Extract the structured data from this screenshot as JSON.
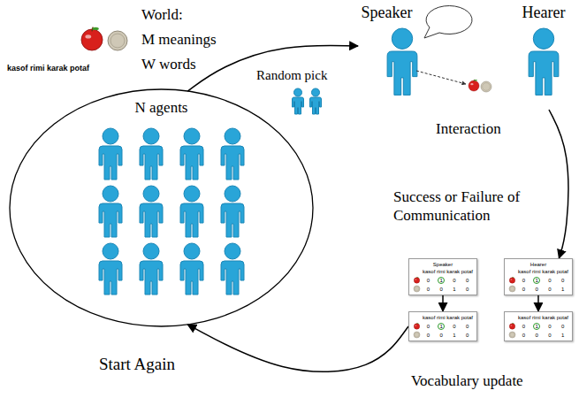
{
  "diagram": {
    "nodes": [
      {
        "text": [
          "N agents"
        ]
      },
      {
        "text": [
          "Speaker"
        ]
      },
      {
        "text": [
          "Hearer"
        ]
      },
      {
        "text": [
          "Speaker",
          "kasof rimi karak potaf"
        ]
      },
      {
        "text": [
          "Hearer",
          "kasof rimi karak potaf"
        ]
      },
      {
        "text": [
          "kasof rimi karak potaf"
        ]
      },
      {
        "text": [
          "kasof rimi karak potaf"
        ]
      }
    ],
    "edges": [
      {
        "from": 0,
        "to": 1,
        "arrow": "to"
      },
      {
        "from": 2,
        "to": 4,
        "arrow": "to"
      },
      {
        "from": 3,
        "to": 5,
        "arrow": "to"
      },
      {
        "from": 4,
        "to": 6,
        "arrow": "to"
      },
      {
        "from": 5,
        "to": 0,
        "arrow": "to"
      }
    ],
    "labels": [
      "World:",
      "M meanings",
      "W words",
      "kasof rimi karak potaf",
      "Random pick",
      "Interaction",
      "Success or Failure of Communication",
      "0",
      "1",
      "0",
      "0",
      "0",
      "0",
      "1",
      "0",
      "0",
      "1",
      "0",
      "0",
      "0",
      "0",
      "0",
      "1",
      "0",
      "1",
      "0",
      "0",
      "0",
      "0",
      "1",
      "0",
      "0",
      "1",
      "0",
      "0",
      "0",
      "0",
      "0",
      "1",
      "Vocabulary update",
      "Start Again"
    ]
  }
}
